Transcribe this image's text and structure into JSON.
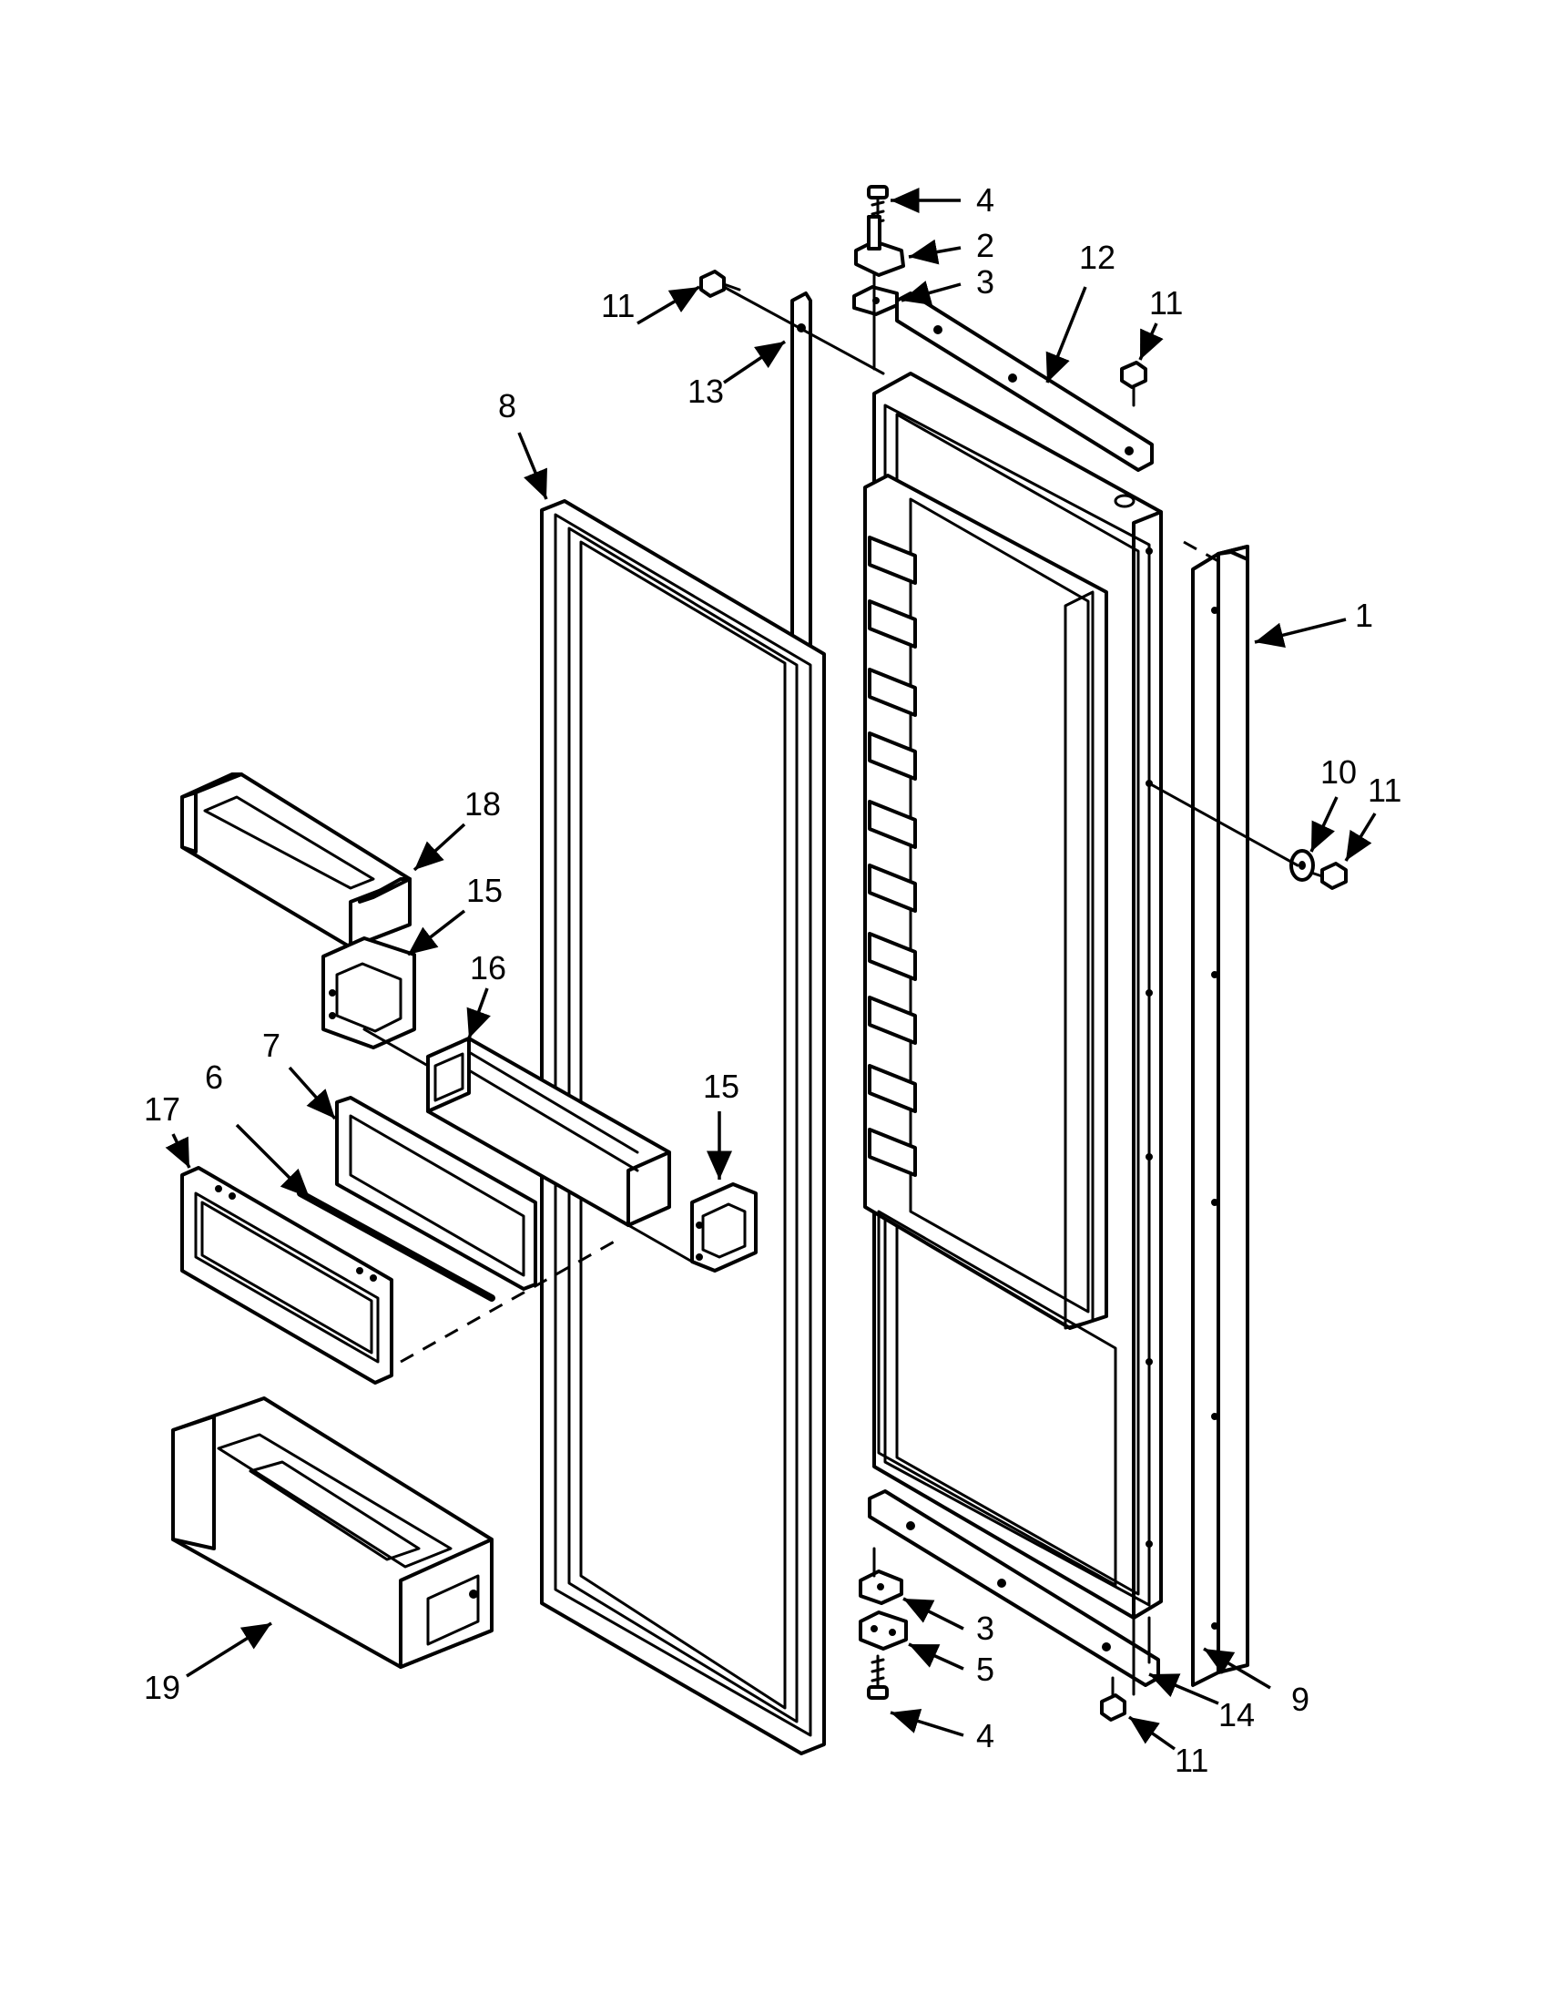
{
  "callouts": {
    "c1": "1",
    "c2": "2",
    "c3a": "3",
    "c3b": "3",
    "c4a": "4",
    "c4b": "4",
    "c5": "5",
    "c6": "6",
    "c7": "7",
    "c8": "8",
    "c9": "9",
    "c10": "10",
    "c11a": "11",
    "c11b": "11",
    "c11c": "11",
    "c11d": "11",
    "c12": "12",
    "c13": "13",
    "c14": "14",
    "c15a": "15",
    "c15b": "15",
    "c16": "16",
    "c17": "17",
    "c18": "18",
    "c19": "19"
  },
  "colors": {
    "line": "#000000",
    "background": "#ffffff"
  }
}
